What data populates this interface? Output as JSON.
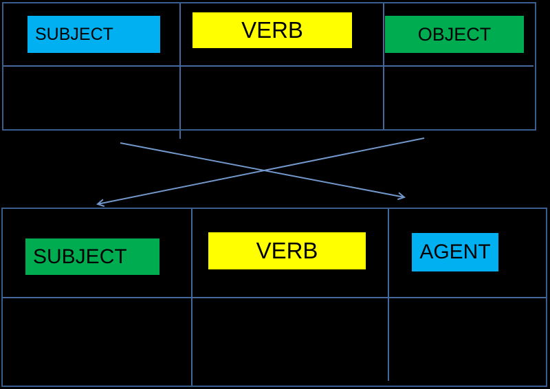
{
  "colors": {
    "background": "#000000",
    "table_border": "#3A5E90",
    "grid_line": "#44699D",
    "arrow_blue": "#7298CB",
    "cyan_box": "#00B0F0",
    "green_box": "#00AC50",
    "yellow_box": "#FFFF00",
    "label_text": "#000000"
  },
  "active_table": {
    "columns": [
      {
        "label": "SUBJECT",
        "box_color": "#00B0F0"
      },
      {
        "label": "VERB",
        "box_color": "#FFFF00"
      },
      {
        "label": "OBJECT",
        "box_color": "#00AC50"
      }
    ]
  },
  "passive_table": {
    "columns": [
      {
        "label": "SUBJECT",
        "box_color": "#00AC50"
      },
      {
        "label": "VERB",
        "box_color": "#FFFF00"
      },
      {
        "label": "AGENT",
        "box_color": "#00B0F0"
      }
    ]
  },
  "arrows": [
    {
      "from": "SUBJECT",
      "to": "AGENT"
    },
    {
      "from": "OBJECT",
      "to": "SUBJECT"
    }
  ]
}
